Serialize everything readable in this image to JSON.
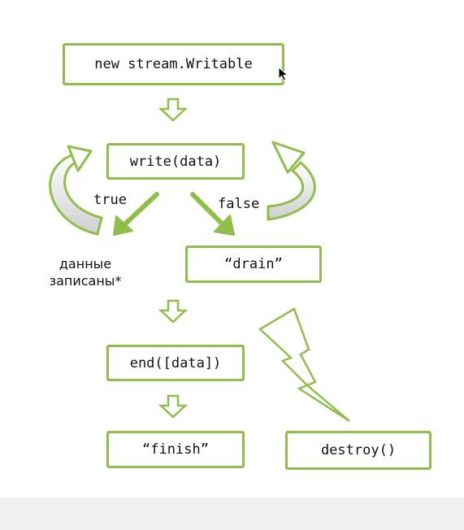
{
  "colors": {
    "accent": "#8fbf4a",
    "arrow_fill": "#ffffff",
    "shadow": "#cfcfcf"
  },
  "nodes": {
    "constructor": "new stream.Writable",
    "write": "write(data)",
    "drain": "“drain”",
    "end": "end([data])",
    "finish": "“finish”",
    "destroy": "destroy()"
  },
  "edges": {
    "true_label": "true",
    "false_label": "false"
  },
  "note": {
    "line1": "данные",
    "line2": "записаны*"
  }
}
